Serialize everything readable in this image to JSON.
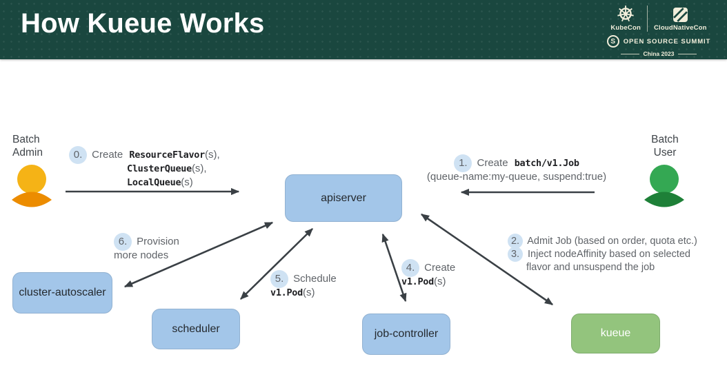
{
  "header": {
    "title": "How Kueue Works",
    "conference": {
      "kubecon": "KubeCon",
      "cloudnativecon": "CloudNativeCon",
      "summit": "OPEN SOURCE SUMMIT",
      "summit_initial": "S",
      "edition": "China 2023"
    },
    "colors": {
      "background": "#1a473f",
      "foreground": "#f2eedb"
    }
  },
  "actors": {
    "batch_admin": {
      "label": "Batch Admin",
      "head_color": "#f5b316",
      "body_color": "#ec8c00"
    },
    "batch_user": {
      "label": "Batch User",
      "head_color": "#34a853",
      "body_color": "#1e8038"
    }
  },
  "nodes": {
    "apiserver": {
      "label": "apiserver",
      "color": "#a3c6e9"
    },
    "cluster_autoscaler": {
      "label": "cluster-autoscaler",
      "color": "#a3c6e9"
    },
    "scheduler": {
      "label": "scheduler",
      "color": "#a3c6e9"
    },
    "job_controller": {
      "label": "job-controller",
      "color": "#a3c6e9"
    },
    "kueue": {
      "label": "kueue",
      "color": "#93c47d",
      "text_color": "#ffffff"
    }
  },
  "steps": {
    "step0": {
      "num": "0.",
      "text": "Create",
      "code1": "ResourceFlavor",
      "suffix1": "(s),",
      "code2": "ClusterQueue",
      "suffix2": "(s),",
      "code3": "LocalQueue",
      "suffix3": "(s)"
    },
    "step1": {
      "num": "1.",
      "text": "Create",
      "code": "batch/v1.Job",
      "detail": "(queue-name:my-queue, suspend:true)"
    },
    "step2": {
      "num": "2.",
      "text": "Admit Job (based on order, quota etc.)"
    },
    "step3": {
      "num": "3.",
      "text": "Inject nodeAffinity based on selected",
      "text2": "flavor and unsuspend the job"
    },
    "step4": {
      "num": "4.",
      "text": "Create",
      "code": "v1.Pod",
      "suffix": "(s)"
    },
    "step5": {
      "num": "5.",
      "text": "Schedule",
      "code": "v1.Pod",
      "suffix": "(s)"
    },
    "step6": {
      "num": "6.",
      "text": "Provision",
      "text2": "more nodes"
    }
  },
  "style": {
    "step_badge_color": "#cfe2f3",
    "arrow_color": "#3a4045",
    "label_text_color": "#5f6368",
    "code_text_color": "#202124",
    "node_blue": "#a3c6e9",
    "node_green": "#93c47d"
  },
  "icons": {
    "kubecon": "helm-wheel-icon",
    "cloudnativecon": "diagonal-square-icon",
    "open_source_summit": "s-ring-icon",
    "batch_admin": "person-icon",
    "batch_user": "person-icon"
  }
}
